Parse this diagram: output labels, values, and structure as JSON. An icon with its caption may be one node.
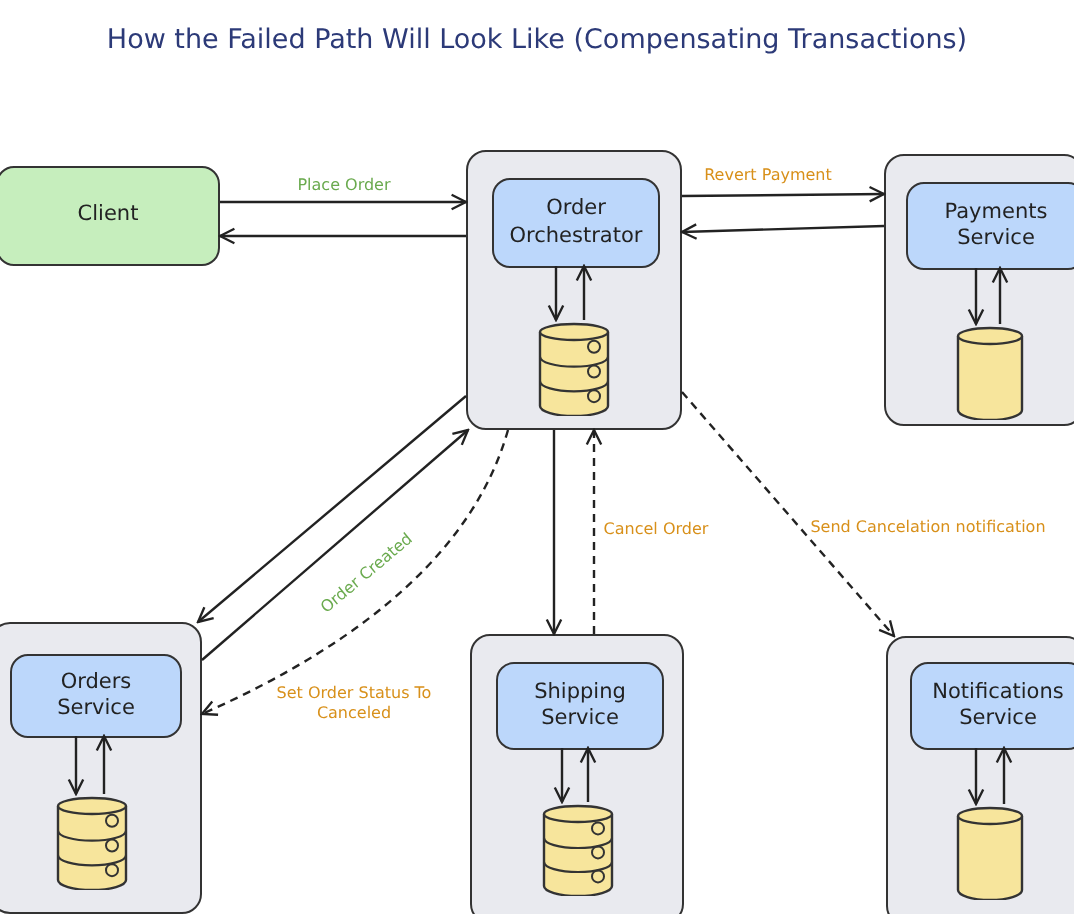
{
  "diagram": {
    "title": "How the Failed Path Will Look Like (Compensating Transactions)",
    "nodes": [
      {
        "text": [
          "Client"
        ]
      },
      {
        "text": [],
        "shape": "box"
      },
      {
        "text": [
          "Order Orchestrator"
        ],
        "in": 1
      },
      {
        "text": [],
        "shape": "cylinder",
        "in": 1
      },
      {
        "text": [],
        "shape": "box"
      },
      {
        "text": [
          "Payments Service"
        ],
        "in": 4
      },
      {
        "text": [],
        "shape": "cylinder",
        "in": 4
      },
      {
        "text": [],
        "shape": "box"
      },
      {
        "text": [
          "Orders Service"
        ],
        "in": 7
      },
      {
        "text": [],
        "shape": "cylinder",
        "in": 7
      },
      {
        "text": [],
        "shape": "box"
      },
      {
        "text": [
          "Shipping Service"
        ],
        "in": 10
      },
      {
        "text": [],
        "shape": "cylinder",
        "in": 10
      },
      {
        "text": [],
        "shape": "box"
      },
      {
        "text": [
          "Notifications Service"
        ],
        "in": 13
      },
      {
        "text": [],
        "shape": "cylinder",
        "in": 13
      }
    ],
    "edges": [
      {
        "from": 0,
        "to": 1,
        "arrow": "to",
        "label": "Place Order"
      },
      {
        "from": 1,
        "to": 0,
        "arrow": "to"
      },
      {
        "from": 1,
        "to": 4,
        "arrow": "to",
        "label": "Revert Payment"
      },
      {
        "from": 4,
        "to": 1,
        "arrow": "to"
      },
      {
        "from": 2,
        "to": 3,
        "arrow": "to"
      },
      {
        "from": 3,
        "to": 2,
        "arrow": "to"
      },
      {
        "from": 5,
        "to": 6,
        "arrow": "to"
      },
      {
        "from": 6,
        "to": 5,
        "arrow": "to"
      },
      {
        "from": 1,
        "to": 7,
        "arrow": "to"
      },
      {
        "from": 7,
        "to": 1,
        "arrow": "to",
        "label": "Order Created"
      },
      {
        "from": 1,
        "to": 7,
        "arrow": "to",
        "label": "Set Order Status To Canceled",
        "style": "dashed"
      },
      {
        "from": 1,
        "to": 10,
        "arrow": "to"
      },
      {
        "from": 10,
        "to": 1,
        "arrow": "to",
        "label": "Cancel Order",
        "style": "dashed"
      },
      {
        "from": 1,
        "to": 13,
        "arrow": "to",
        "label": "Send Cancelation notification",
        "style": "dashed"
      },
      {
        "from": 8,
        "to": 9,
        "arrow": "to"
      },
      {
        "from": 9,
        "to": 8,
        "arrow": "to"
      },
      {
        "from": 11,
        "to": 12,
        "arrow": "to"
      },
      {
        "from": 12,
        "to": 11,
        "arrow": "to"
      },
      {
        "from": 14,
        "to": 15,
        "arrow": "to"
      },
      {
        "from": 15,
        "to": 14,
        "arrow": "to"
      }
    ]
  }
}
